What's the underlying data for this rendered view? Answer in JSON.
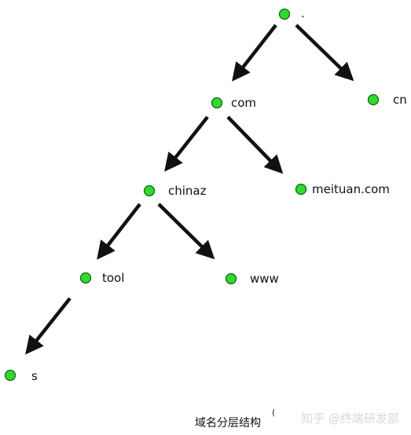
{
  "diagram": {
    "nodes": [
      {
        "id": "root",
        "label": "."
      },
      {
        "id": "cn",
        "label": "cn"
      },
      {
        "id": "com",
        "label": "com"
      },
      {
        "id": "meituan",
        "label": "meituan.com"
      },
      {
        "id": "chinaz",
        "label": "chinaz"
      },
      {
        "id": "tool",
        "label": "tool"
      },
      {
        "id": "www",
        "label": "www"
      },
      {
        "id": "s",
        "label": "s"
      }
    ],
    "edges": [
      {
        "from": "root",
        "to": "com"
      },
      {
        "from": "root",
        "to": "cn"
      },
      {
        "from": "com",
        "to": "chinaz"
      },
      {
        "from": "com",
        "to": "meituan"
      },
      {
        "from": "chinaz",
        "to": "tool"
      },
      {
        "from": "chinaz",
        "to": "www"
      },
      {
        "from": "tool",
        "to": "s"
      }
    ],
    "caption": "域名分层结构",
    "caption_mark": "(",
    "watermark": "知乎 @终端研发部",
    "colors": {
      "node_fill": "#2fda2f",
      "node_stroke": "#0e6a0e",
      "arrow": "#111111"
    }
  }
}
